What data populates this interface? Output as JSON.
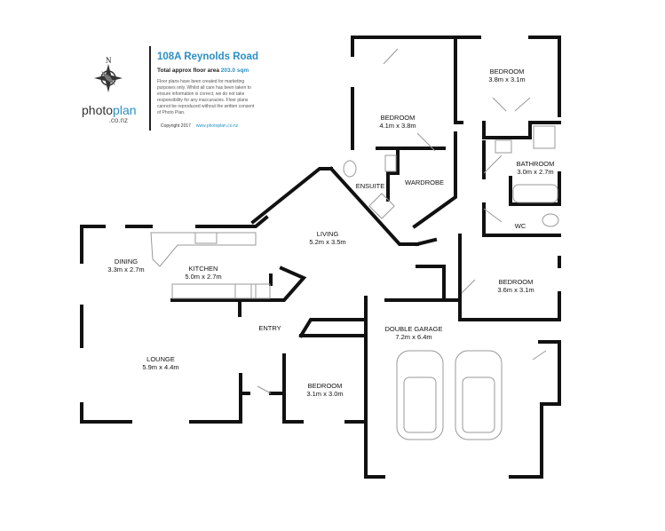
{
  "header": {
    "address": "108A Reynolds Road",
    "area_label": "Total approx floor area",
    "area_value": "203.0 sqm",
    "disclaimer": "Floor plans have been created for marketing purposes only. Whilst all care has been taken to ensure information is correct, we do not take responsibility for any inaccuracies. Floor plans cannot be reproduced without the written consent of Photo Plan.",
    "copyright": "Copyright 2017",
    "website": "www.photoplan.co.nz"
  },
  "logo": {
    "word_a": "photo",
    "word_b": "plan",
    "sub": ".co.nz",
    "compass_letter": "N"
  },
  "colors": {
    "accent": "#2a8fc4",
    "wall": "#111111",
    "fixture": "#999999"
  },
  "rooms": [
    {
      "name": "BEDROOM",
      "size": "3.8m x 3.1m"
    },
    {
      "name": "BEDROOM",
      "size": "4.1m x 3.8m"
    },
    {
      "name": "BATHROOM",
      "size": "3.0m x 2.7m"
    },
    {
      "name": "ENSUITE",
      "size": ""
    },
    {
      "name": "WARDROBE",
      "size": ""
    },
    {
      "name": "WC",
      "size": ""
    },
    {
      "name": "LIVING",
      "size": "5.2m x 3.5m"
    },
    {
      "name": "DINING",
      "size": "3.3m x 2.7m"
    },
    {
      "name": "KITCHEN",
      "size": "5.0m x 2.7m"
    },
    {
      "name": "BEDROOM",
      "size": "3.6m x 3.1m"
    },
    {
      "name": "ENTRY",
      "size": ""
    },
    {
      "name": "DOUBLE GARAGE",
      "size": "7.2m x 6.4m"
    },
    {
      "name": "LOUNGE",
      "size": "5.9m x 4.4m"
    },
    {
      "name": "BEDROOM",
      "size": "3.1m x 3.0m"
    }
  ]
}
